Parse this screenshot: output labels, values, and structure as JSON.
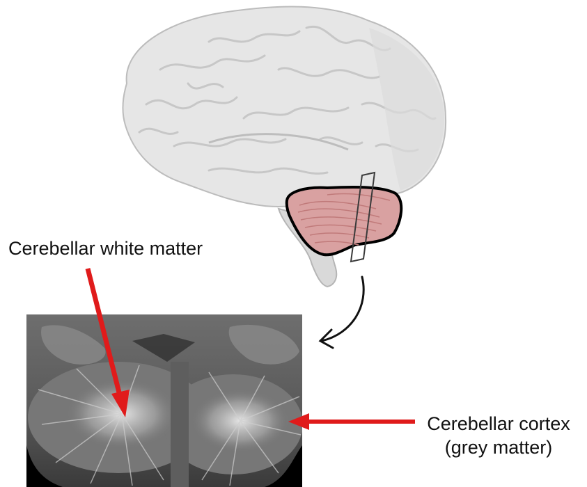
{
  "labels": {
    "white_matter": "Cerebellar white matter",
    "cortex_line1": "Cerebellar  cortex",
    "cortex_line2": "(grey matter)"
  },
  "colors": {
    "brain_fill": "#e6e6e6",
    "brain_outline": "#bcbcbc",
    "cerebellum_fill": "#d9a1a1",
    "cerebellum_outline": "#000000",
    "pointer_arrow": "#e01b1b",
    "mri_background": "#000000"
  },
  "icons": {
    "brain": "brain-illustration",
    "section_plane": "slice-plane-icon",
    "curved_arrow": "curved-arrow-icon"
  }
}
